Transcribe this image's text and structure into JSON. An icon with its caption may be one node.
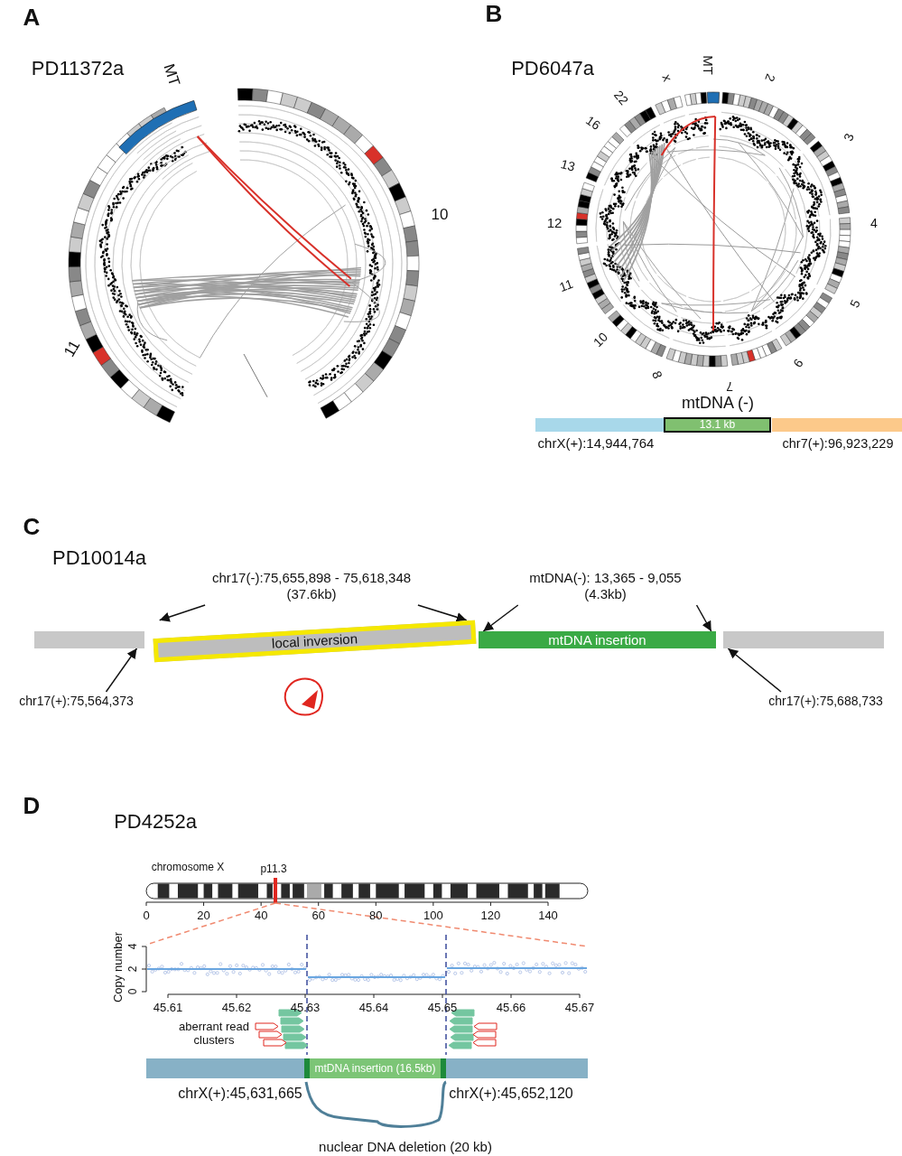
{
  "diagram": {
    "nodes": [
      {
        "text": [],
        "shape": "bar",
        "beside": [
          "chrX(+):14,944,764"
        ]
      },
      {
        "text": [
          "13.1 kb"
        ],
        "beside": [
          "mtDNA (-)"
        ]
      },
      {
        "text": [],
        "shape": "bar",
        "beside": [
          "chr7(+):96,923,229"
        ]
      },
      {
        "text": [],
        "shape": "bar"
      },
      {
        "text": [
          "local inversion"
        ]
      },
      {
        "text": [
          "mtDNA insertion"
        ]
      },
      {
        "text": [],
        "shape": "bar"
      },
      {
        "text": [
          "chr17(-):75,655,898 - 75,618,348 (37.6kb)"
        ]
      },
      {
        "text": [
          "mtDNA(-): 13,365 - 9,055 (4.3kb)"
        ]
      },
      {
        "text": [
          "chr17(+):75,564,373"
        ]
      },
      {
        "text": [
          "chr17(+):75,688,733"
        ]
      },
      {
        "text": [],
        "shape": "bar"
      },
      {
        "text": [
          "mtDNA insertion (16.5kb)"
        ]
      },
      {
        "text": [],
        "shape": "bar"
      }
    ],
    "edges": [
      {
        "from": 7,
        "to": 4,
        "arrow": "to"
      },
      {
        "from": 7,
        "to": 4,
        "arrow": "to"
      },
      {
        "from": 8,
        "to": 5,
        "arrow": "to"
      },
      {
        "from": 8,
        "to": 5,
        "arrow": "to"
      },
      {
        "from": 9,
        "to": 3,
        "arrow": "to"
      },
      {
        "from": 10,
        "to": 6,
        "arrow": "to"
      }
    ],
    "labels": [
      "A",
      "PD11372a",
      "MT",
      "10",
      "11",
      "B",
      "PD6047a",
      "MT",
      "x",
      "2",
      "3",
      "4",
      "5",
      "6",
      "7",
      "8",
      "10",
      "11",
      "12",
      "13",
      "16",
      "22",
      "C",
      "PD10014a",
      "D",
      "PD4252a",
      "chromosome X",
      "p11.3",
      "0",
      "20",
      "40",
      "60",
      "80",
      "100",
      "120",
      "140",
      "Copy number",
      "0",
      "2",
      "4",
      "45.61",
      "45.62",
      "45.63",
      "45.64",
      "45.65",
      "45.66",
      "45.67",
      "aberrant read clusters",
      "chrX(+):45,631,665",
      "chrX(+):45,652,120",
      "nuclear DNA deletion (20 kb)"
    ]
  }
}
